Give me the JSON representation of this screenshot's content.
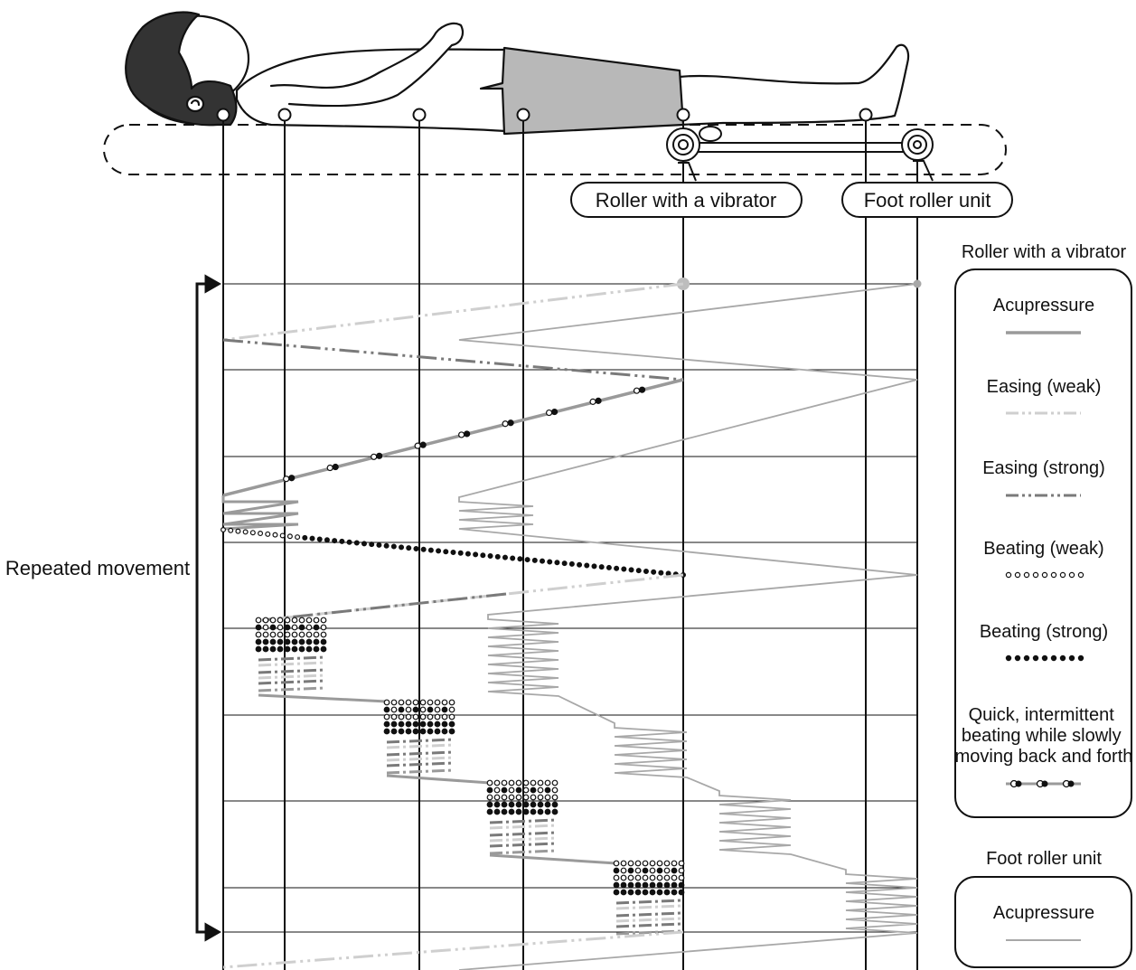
{
  "labels": {
    "roller_with_vibrator": "Roller with a vibrator",
    "foot_roller_unit": "Foot roller unit",
    "repeated_movement": "Repeated movement"
  },
  "legend": {
    "vibrator_title": "Roller with a vibrator",
    "vibrator_items": [
      {
        "label": "Acupressure",
        "style": "solid"
      },
      {
        "label": "Easing (weak)",
        "style": "dashdot-light"
      },
      {
        "label": "Easing (strong)",
        "style": "dashdot-dark"
      },
      {
        "label": "Beating (weak)",
        "style": "open-dots"
      },
      {
        "label": "Beating (strong)",
        "style": "filled-dots"
      },
      {
        "label": "Quick, intermittent beating while slowly moving back and forth",
        "label_lines": [
          "Quick, intermittent",
          "beating while slowly",
          "moving back and forth"
        ],
        "style": "intermittent"
      }
    ],
    "foot_title": "Foot roller unit",
    "foot_items": [
      {
        "label": "Acupressure",
        "style": "solid-light"
      }
    ]
  },
  "colors": {
    "acupressure": "#9a9a9a",
    "easing_weak": "#cfcfcf",
    "easing_strong": "#7a7a7a",
    "beating": "#111111",
    "foot_track": "#a8a8a8",
    "body_shorts": "#b8b8b8",
    "hair": "#333333"
  },
  "icons": [
    "person-lying-icon",
    "vibrator-roller-icon",
    "foot-roller-icon",
    "loop-arrow-icon"
  ]
}
